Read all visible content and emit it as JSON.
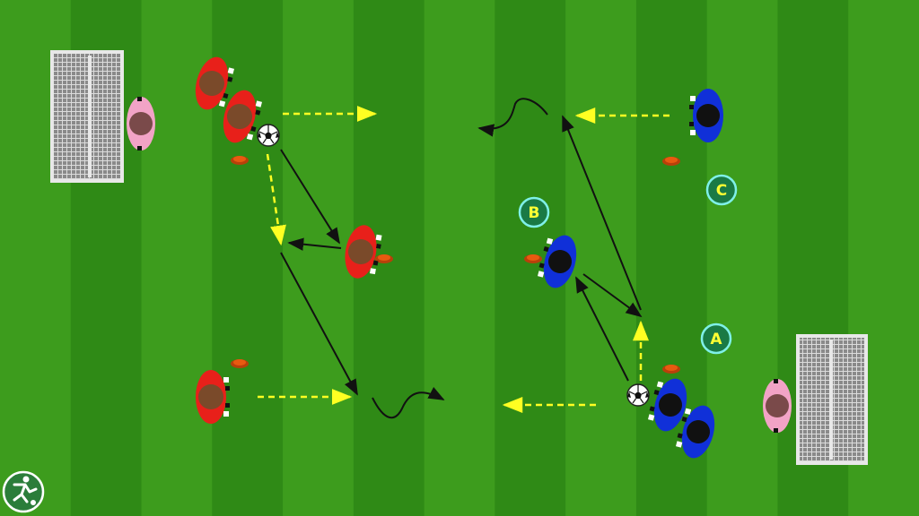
{
  "pitch": {
    "stripe_dark": "#2f8a16",
    "stripe_light": "#3d9c1d"
  },
  "colors": {
    "red_team": "#e8201a",
    "blue_team": "#1030d8",
    "goalkeeper": "#f2a3c6",
    "cone": "#e85a10",
    "run_arrow": "#ffff22",
    "pass_arrow": "#111111",
    "label_fill": "#1a7a45",
    "label_ring": "#7ff0e8",
    "label_text": "#ffff33"
  },
  "labels": {
    "a": "A",
    "b": "B",
    "c": "C"
  },
  "logo": {
    "icon": "player-kicking-ball-icon"
  }
}
